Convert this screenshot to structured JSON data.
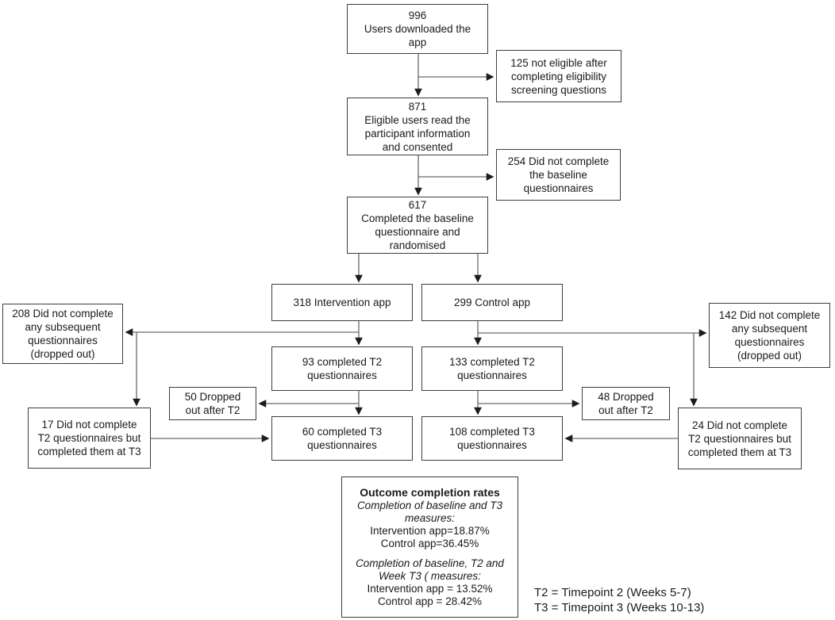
{
  "figure": {
    "type": "consort-flow-diagram",
    "colors": {
      "box_border": "#3d3d3d",
      "flow_line": "#6a6a6a",
      "arrowhead": "#1c1c1c",
      "text": "#1a1a1a"
    }
  },
  "flowchart": {
    "downloaded": "996\nUsers downloaded the\napp",
    "not_eligible": "125 not eligible after\ncompleting eligibility\nscreening questions",
    "consented": "871\nEligible users read the\nparticipant information\nand consented",
    "no_baseline": "254 Did not complete\nthe baseline\nquestionnaires",
    "randomised": "617\nCompleted the baseline\nquestionnaire and\nrandomised",
    "intervention_arm": "318 Intervention app",
    "control_arm": "299 Control app",
    "intervention_dropout": "208 Did not complete\nany subsequent\nquestionnaires\n(dropped out)",
    "control_dropout": "142 Did not complete\nany subsequent\nquestionnaires\n(dropped out)",
    "intervention_t2": "93 completed T2\nquestionnaires",
    "control_t2": "133 completed T2\nquestionnaires",
    "intervention_dropped_after_t2": "50 Dropped\nout after T2",
    "control_dropped_after_t2": "48 Dropped\nout after T2",
    "intervention_t3": "60 completed T3\nquestionnaires",
    "control_t3": "108 completed T3\nquestionnaires",
    "intervention_t3_only": "17 Did not complete\nT2 questionnaires but\ncompleted them at T3",
    "control_t3_only": "24 Did not complete\nT2 questionnaires but\ncompleted them at T3"
  },
  "outcome_box": {
    "title": "Outcome completion rates",
    "section1_heading": "Completion of baseline and T3\nmeasures:",
    "section1_line1": "Intervention app=18.87%",
    "section1_line2": "Control app=36.45%",
    "section2_heading": "Completion of baseline, T2 and\nWeek T3 ( measures:",
    "section2_line1": "Intervention app = 13.52%",
    "section2_line2": "Control app = 28.42%"
  },
  "legend": {
    "definitions": "T2 = Timepoint 2 (Weeks 5-7)\nT3 = Timepoint 3 (Weeks 10-13)"
  }
}
